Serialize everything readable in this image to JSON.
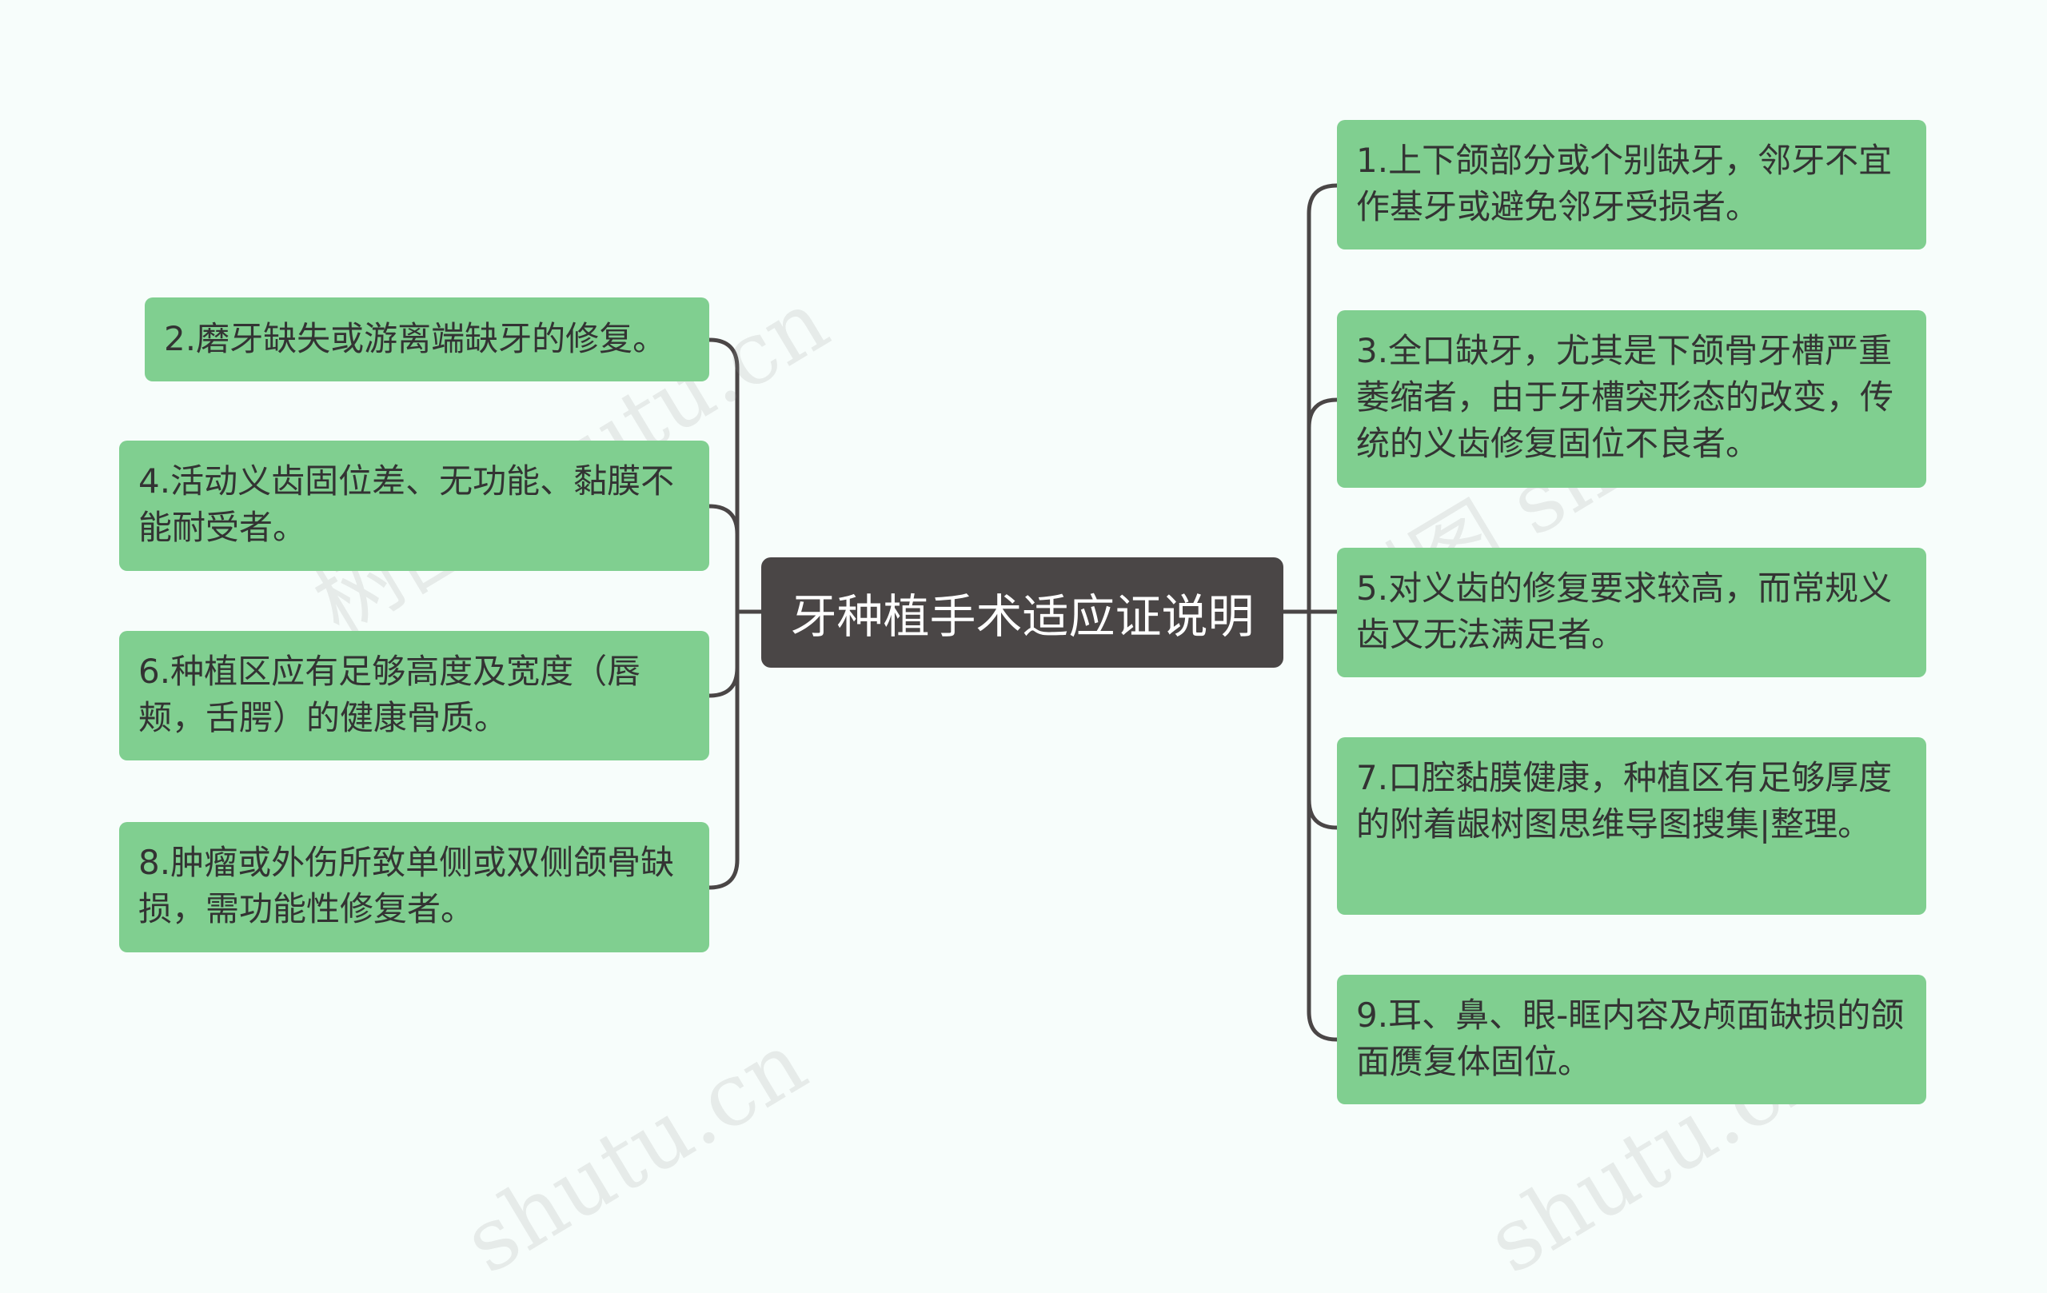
{
  "center": {
    "label": "牙种植手术适应证说明"
  },
  "left_items": [
    {
      "label": "2.磨牙缺失或游离端缺牙的修复。"
    },
    {
      "label": "4.活动义齿固位差、无功能、黏膜不能耐受者。"
    },
    {
      "label": "6.种植区应有足够高度及宽度（唇颊，舌腭）的健康骨质。"
    },
    {
      "label": "8.肿瘤或外伤所致单侧或双侧颌骨缺损，需功能性修复者。"
    }
  ],
  "right_items": [
    {
      "label": "1.上下颌部分或个别缺牙，邻牙不宜作基牙或避免邻牙受损者。"
    },
    {
      "label": "3.全口缺牙，尤其是下颌骨牙槽严重萎缩者，由于牙槽突形态的改变，传统的义齿修复固位不良者。"
    },
    {
      "label": "5.对义齿的修复要求较高，而常规义齿又无法满足者。"
    },
    {
      "label": "7.口腔黏膜健康，种植区有足够厚度的附着龈树图思维导图搜集|整理。"
    },
    {
      "label": "9.耳、鼻、眼-眶内容及颅面缺损的颌面赝复体固位。"
    }
  ],
  "watermarks": [
    "树图 shutu.cn",
    "树图 shutu.cn",
    "shutu.cn",
    "shutu.cn"
  ],
  "colors": {
    "background": "#f7fdfb",
    "node_fill": "#80cf90",
    "center_fill": "#4a4646",
    "connector": "#4a4646"
  }
}
